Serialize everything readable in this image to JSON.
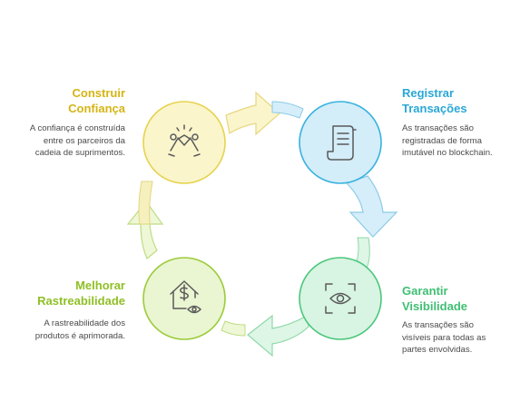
{
  "colors": {
    "yellow": "#e6c41e",
    "blue": "#2aa7d6",
    "green": "#3fbf73",
    "lime": "#8fbf25"
  },
  "steps": [
    {
      "title": [
        "Construir",
        "Confiança"
      ],
      "description": [
        "A confiança é construída",
        "entre os parceiros da",
        "cadeia de suprimentos."
      ],
      "icon": "handshake-icon"
    },
    {
      "title": [
        "Registrar",
        "Transações"
      ],
      "description": [
        "As transações são",
        "registradas de forma",
        "imutável no blockchain."
      ],
      "icon": "document-scroll-icon"
    },
    {
      "title": [
        "Garantir",
        "Visibilidade"
      ],
      "description": [
        "As transações são",
        "visíveis para todas as",
        "partes envolvidas."
      ],
      "icon": "eye-scan-icon"
    },
    {
      "title": [
        "Melhorar",
        "Rastreabilidade"
      ],
      "description": [
        "A rastreabilidade dos",
        "produtos é aprimorada."
      ],
      "icon": "house-dollar-eye-icon"
    }
  ]
}
